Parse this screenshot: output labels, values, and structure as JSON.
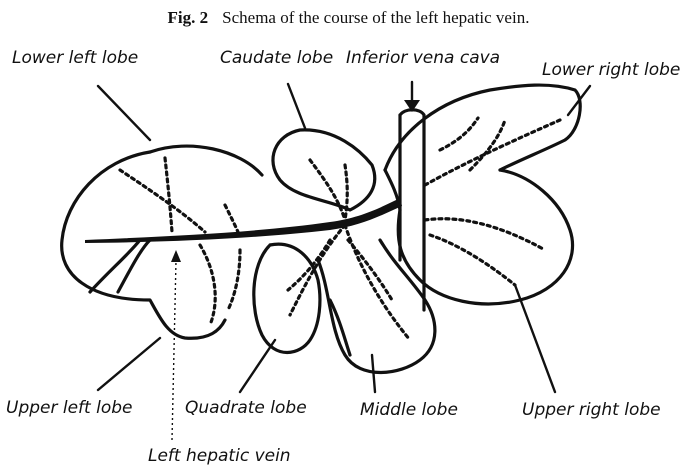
{
  "caption": {
    "figure_number": "Fig. 2",
    "text": "Schema of the course of the left hepatic vein."
  },
  "labels": {
    "lower_left_lobe": "Lower left lobe",
    "caudate_lobe": "Caudate lobe",
    "inferior_vena_cava": "Inferior vena cava",
    "lower_right_lobe": "Lower right lobe",
    "upper_left_lobe": "Upper left lobe",
    "quadrate_lobe": "Quadrate lobe",
    "middle_lobe": "Middle lobe",
    "upper_right_lobe": "Upper right lobe",
    "left_hepatic_vein": "Left hepatic vein"
  }
}
